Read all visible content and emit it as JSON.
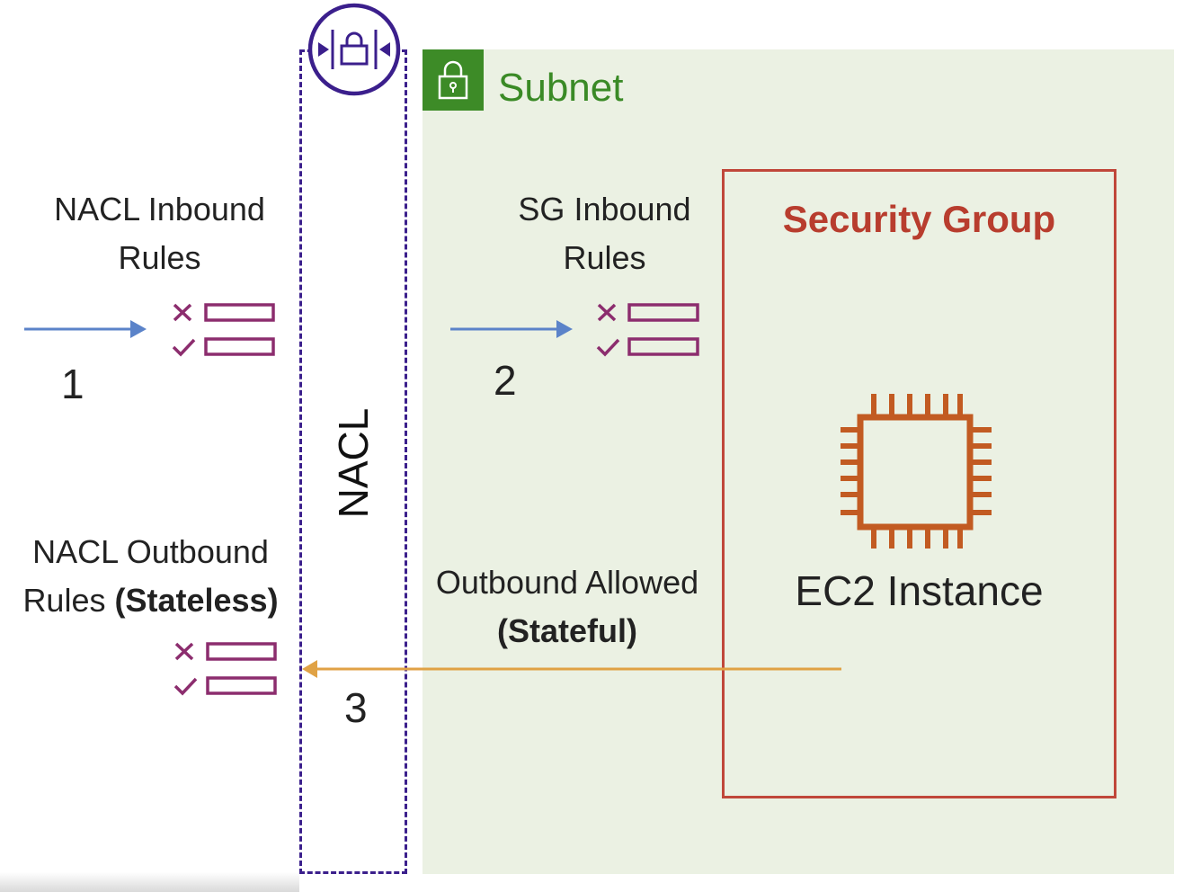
{
  "subnet": {
    "title": "Subnet",
    "icon": "lock-icon",
    "color": "#3d8b27",
    "background": "#ebf1e3"
  },
  "security_group": {
    "title": "Security Group",
    "color": "#b83d2e"
  },
  "ec2": {
    "label": "EC2 Instance",
    "icon": "chip-icon",
    "color": "#c25b22"
  },
  "nacl": {
    "label": "NACL",
    "icon": "nacl-gateway-icon",
    "color": "#3b1f8c"
  },
  "nacl_inbound": {
    "line1": "NACL Inbound",
    "line2": "Rules",
    "step": "1"
  },
  "sg_inbound": {
    "line1": "SG Inbound",
    "line2": "Rules",
    "step": "2"
  },
  "nacl_outbound": {
    "line1": "NACL Outbound",
    "line2_prefix": "Rules ",
    "line2_bold": "(Stateless)"
  },
  "outbound_allowed": {
    "line1": "Outbound Allowed",
    "line2": "(Stateful)",
    "step": "3"
  },
  "rules_icon": {
    "name": "rules-list-icon",
    "color": "#8c2d6e"
  },
  "arrows": {
    "inbound_color": "#5b83c9",
    "outbound_color": "#e0a245"
  }
}
